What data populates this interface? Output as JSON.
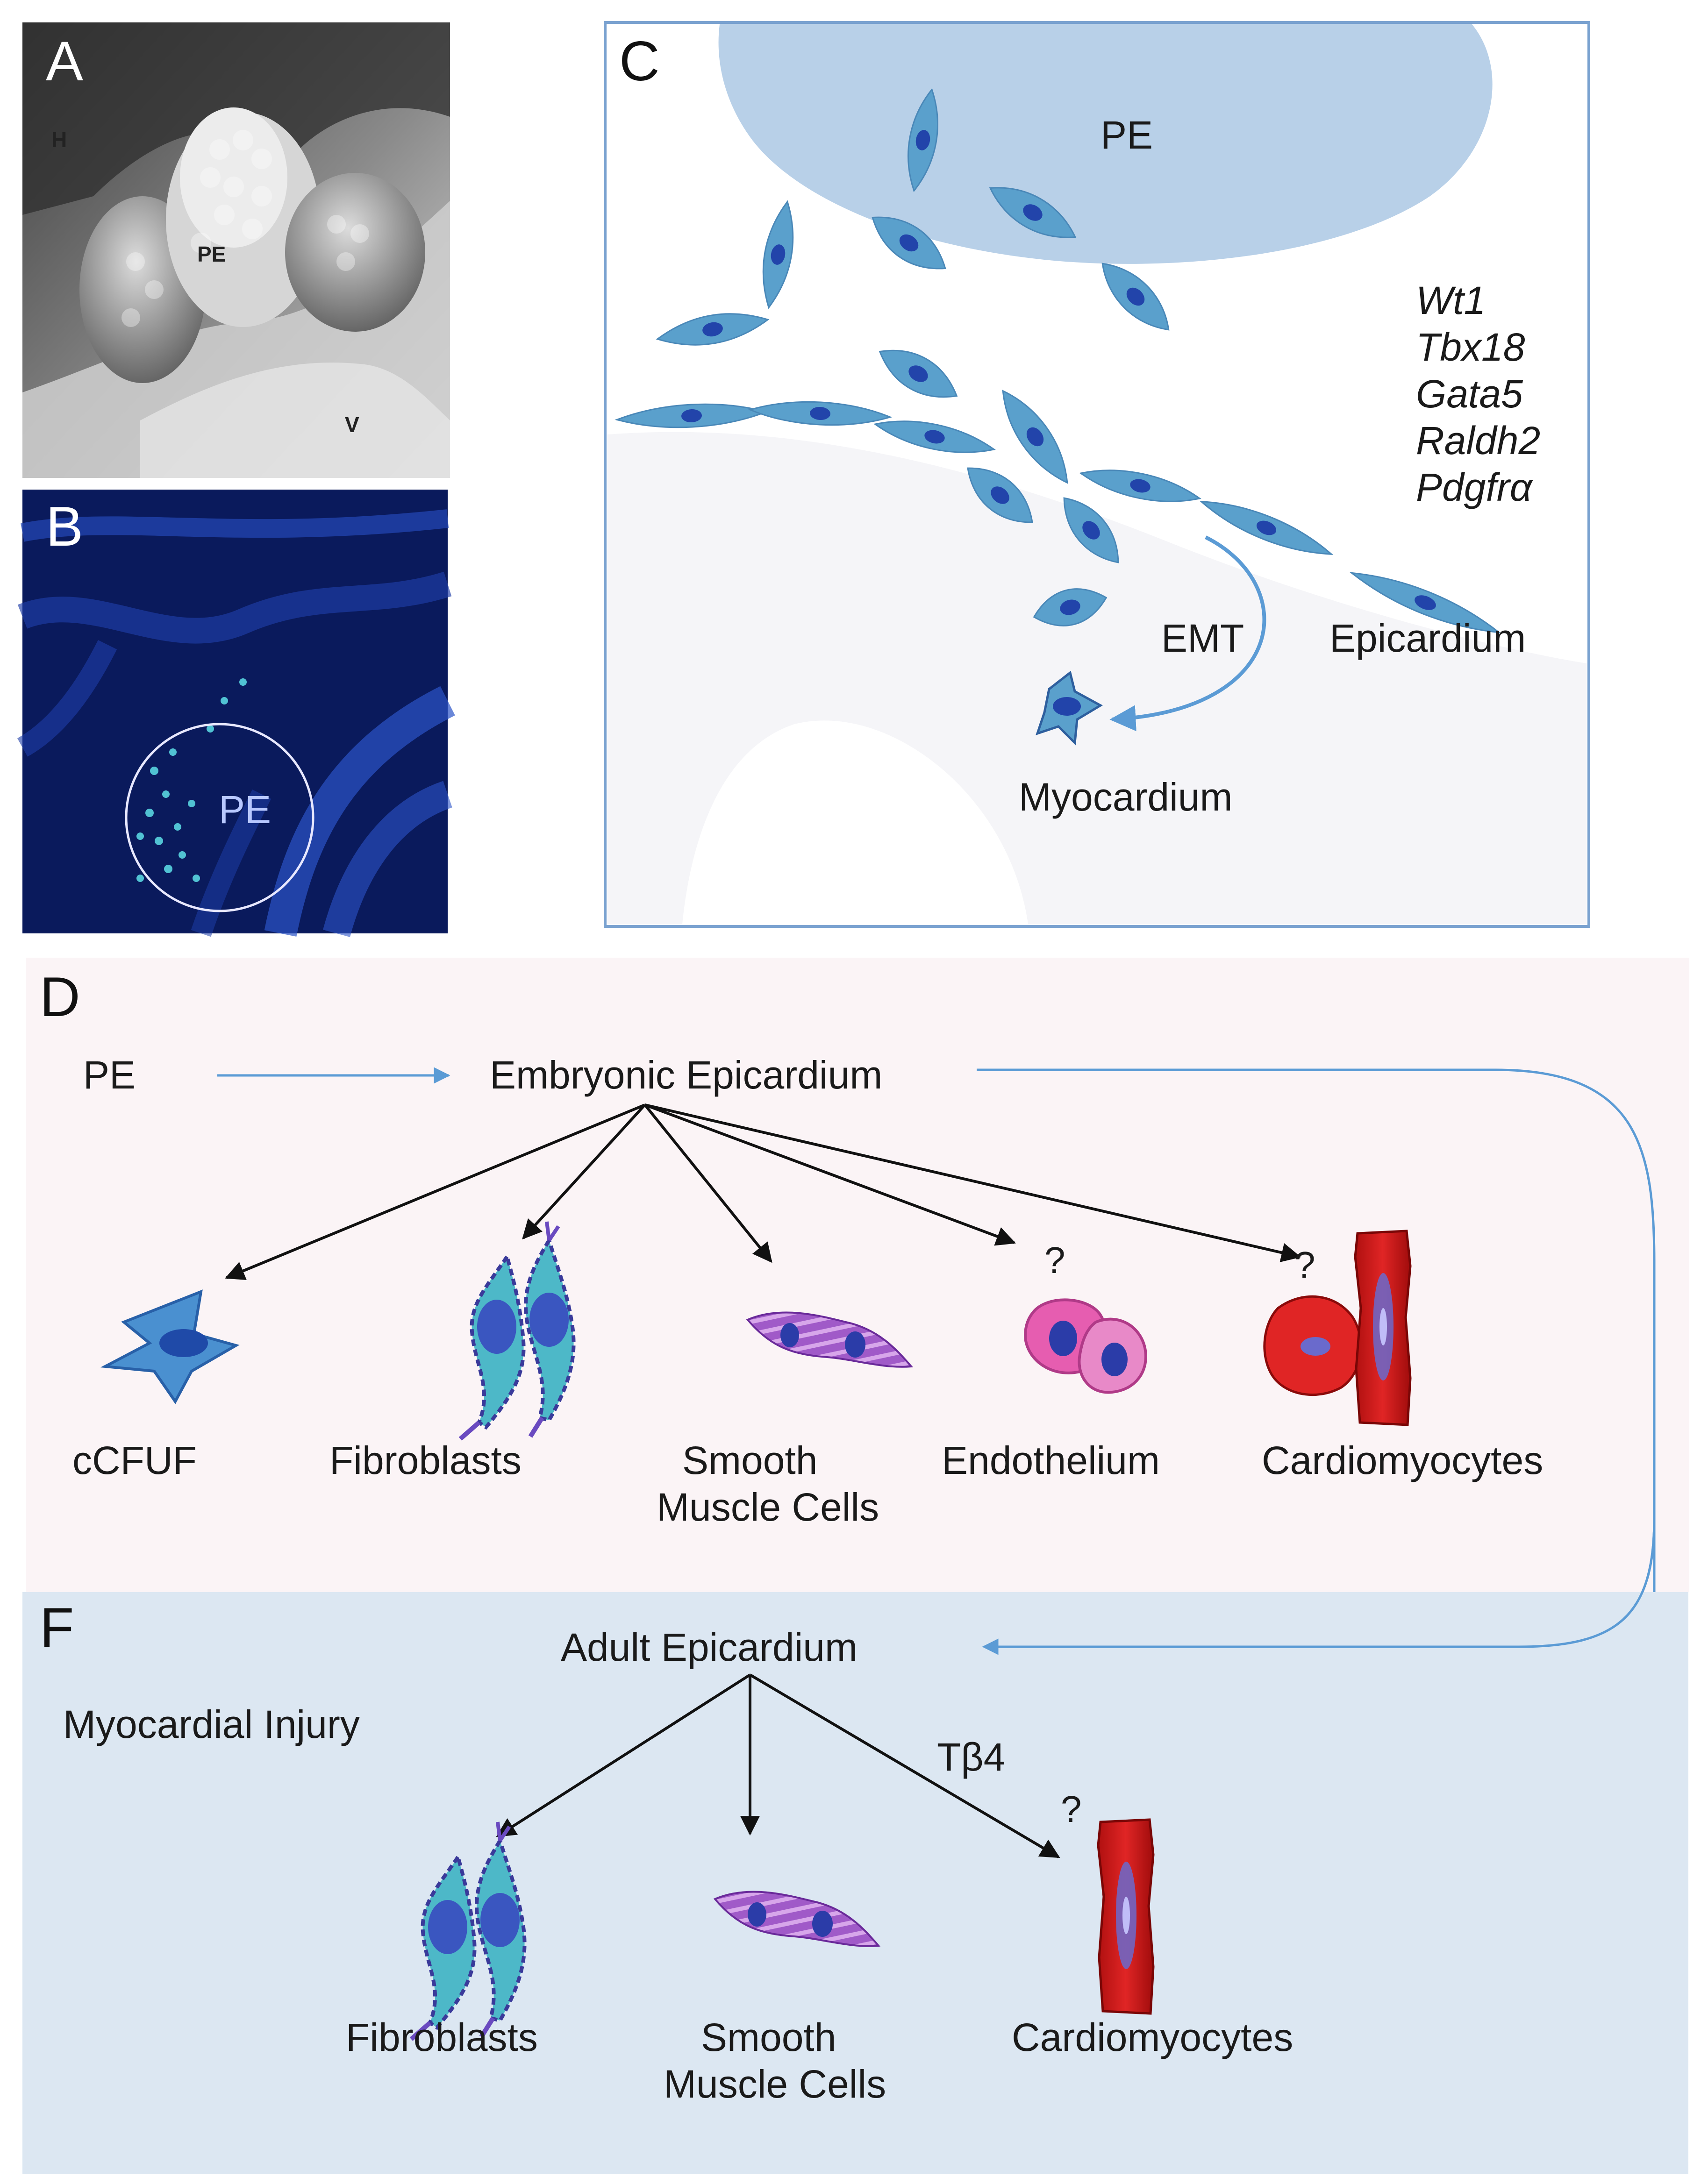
{
  "panels": {
    "a": {
      "letter": "A",
      "label_h": "H",
      "label_pe": "PE",
      "label_v": "V"
    },
    "b": {
      "letter": "B",
      "label_pe": "PE"
    },
    "c": {
      "letter": "C",
      "pe_label": "PE",
      "genes": [
        "Wt1",
        "Tbx18",
        "Gata5",
        "Raldh2",
        "Pdgfrα"
      ],
      "emt_label": "EMT",
      "epicardium_label": "Epicardium",
      "myocardium_label": "Myocardium"
    },
    "d": {
      "letter": "D",
      "pe_label": "PE",
      "source_label": "Embryonic Epicardium",
      "cells": [
        {
          "line1": "cCFUF",
          "line2": ""
        },
        {
          "line1": "Fibroblasts",
          "line2": ""
        },
        {
          "line1": "Smooth",
          "line2": "Muscle Cells"
        },
        {
          "line1": "Endothelium",
          "line2": ""
        },
        {
          "line1": "Cardiomyocytes",
          "line2": ""
        }
      ],
      "uncertain_mark": "?"
    },
    "f": {
      "letter": "F",
      "injury_label": "Myocardial Injury",
      "source_label": "Adult Epicardium",
      "factor_label": "Tβ4",
      "uncertain_mark": "?",
      "cells": [
        {
          "line1": "Fibroblasts",
          "line2": ""
        },
        {
          "line1": "Smooth",
          "line2": "Muscle Cells"
        },
        {
          "line1": "Cardiomyocytes",
          "line2": ""
        }
      ]
    }
  },
  "colors": {
    "panel_d_bg": "#fbf4f6",
    "panel_f_bg": "#dce7f2",
    "pe_blob": "#b8d0e8",
    "cell_fill": "#5aa0cc",
    "nucleus": "#2244aa",
    "frame_c": "#7aa2d0",
    "blue_arrow": "#5b9bd5",
    "black_arrow": "#111111"
  }
}
